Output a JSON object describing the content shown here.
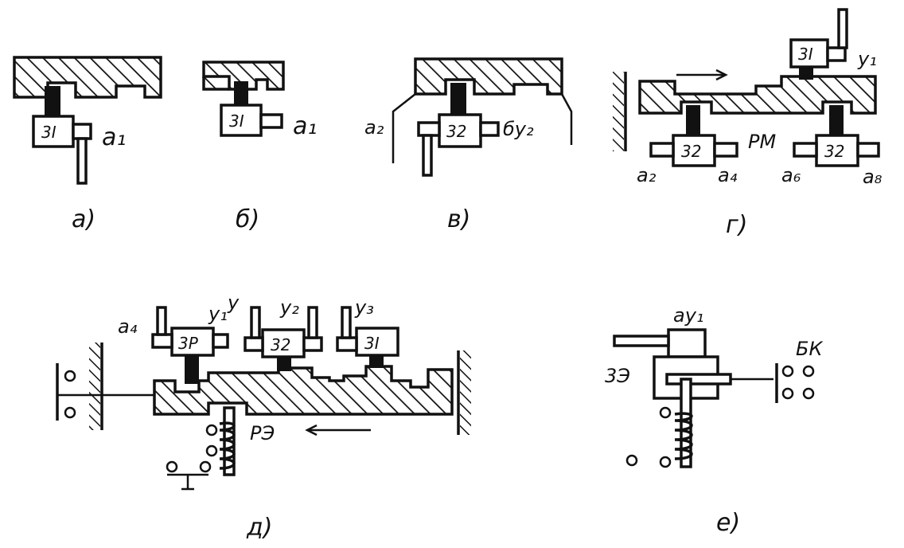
{
  "panels": {
    "a": {
      "caption": "а)",
      "box": "3I",
      "label": "a₁"
    },
    "b": {
      "caption": "б)",
      "box": "3I",
      "label": "a₁"
    },
    "v": {
      "caption": "в)",
      "box": "32",
      "label_left": "a₂",
      "label_right": "бу₂"
    },
    "g": {
      "caption": "г)",
      "box_top": "3I",
      "label_top": "у₁",
      "box_left": "32",
      "box_right": "32",
      "label_rm": "РМ",
      "label_a2": "a₂",
      "label_a4": "a₄",
      "label_a6": "a₆",
      "label_a8": "a₈"
    },
    "d": {
      "caption": "д)",
      "box1": "3Р",
      "box2": "32",
      "box3": "3I",
      "label_a4": "a₄",
      "label_u": "у",
      "label_u1": "у₁",
      "label_u2": "у₂",
      "label_u3": "у₃",
      "label_re": "РЭ"
    },
    "e": {
      "caption": "е)",
      "label_au": "ау₁",
      "label_ze": "3Э",
      "label_bk": "БК"
    }
  }
}
